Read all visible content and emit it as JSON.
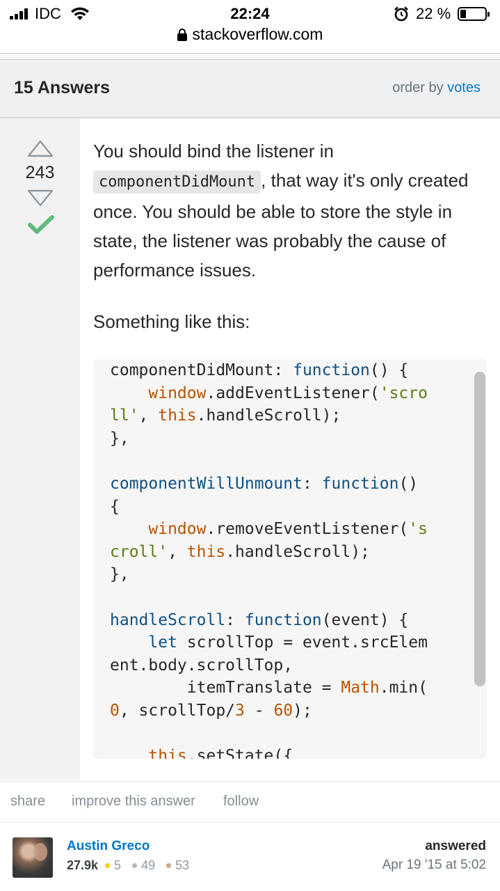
{
  "status_bar": {
    "carrier": "IDC",
    "time": "22:24",
    "battery_percent": "22 %"
  },
  "browser": {
    "url": "stackoverflow.com"
  },
  "answers_header": {
    "count_label": "15 Answers",
    "order_prefix": "order by",
    "order_value": "votes"
  },
  "answer": {
    "votes": "243",
    "accepted": true,
    "paragraph1_before": "You should bind the listener in",
    "inline_code": "componentDidMount",
    "paragraph1_after": ", that way it's only created once. You should be able to store the style in state, the listener was probably the cause of performance issues.",
    "paragraph2": "Something like this:",
    "code": "componentDidMount: function() {\n    window.addEventListener('scroll', this.handleScroll);\n},\n\ncomponentWillUnmount: function() {\n    window.removeEventListener('scroll', this.handleScroll);\n},\n\nhandleScroll: function(event) {\n    let scrollTop = event.srcElement.body.scrollTop,\n        itemTranslate = Math.min(0, scrollTop/3 - 60);\n\n    this.setState({"
  },
  "actions": {
    "share": "share",
    "improve": "improve this answer",
    "follow": "follow"
  },
  "user": {
    "name": "Austin Greco",
    "reputation": "27.9k",
    "gold": "5",
    "silver": "49",
    "bronze": "53",
    "answered_label": "answered",
    "answered_date": "Apr 19 '15 at 5:02"
  },
  "colors": {
    "link": "#0077cc",
    "accepted": "#5eba7d",
    "gold": "#ffcc01",
    "silver": "#b4b8bc",
    "bronze": "#d1a684"
  }
}
